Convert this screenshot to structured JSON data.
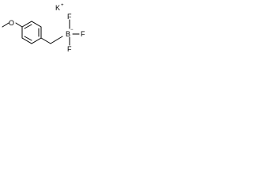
{
  "molecule": {
    "counterion": {
      "label": "K",
      "charge": "+"
    },
    "boron": {
      "label": "B",
      "charge": "−"
    },
    "fluorines": [
      "F",
      "F",
      "F"
    ],
    "oxygen": {
      "label": "O"
    }
  }
}
